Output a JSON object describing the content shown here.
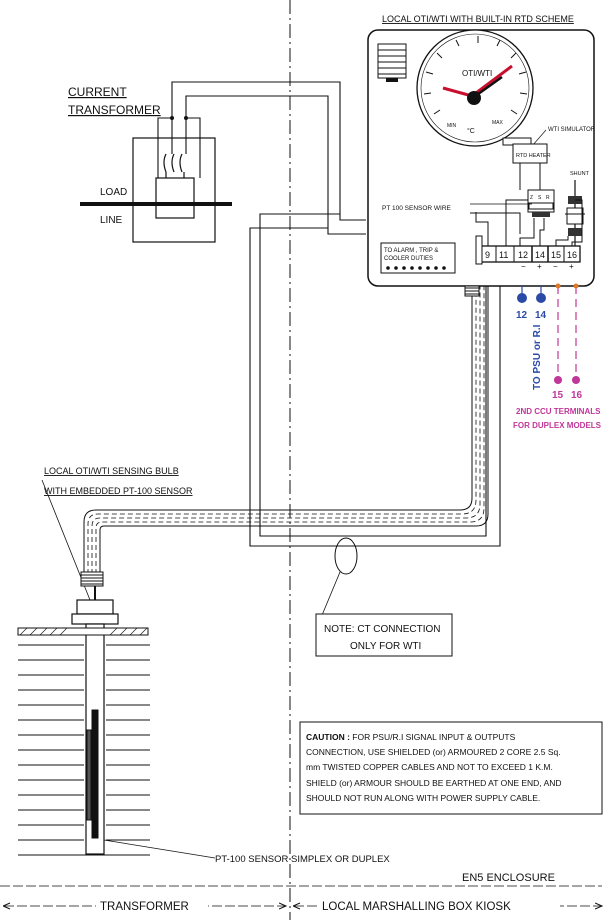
{
  "headings": {
    "scheme_title": "LOCAL OTI/WTI WITH BUILT-IN RTD SCHEME",
    "current_transformer_line1": "CURRENT",
    "current_transformer_line2": "TRANSFORMER",
    "load": "LOAD",
    "line": "LINE",
    "bulb_line1": "LOCAL OTI/WTI SENSING BULB",
    "bulb_line2": "WITH EMBEDDED PT-100 SENSOR",
    "sensor_label": "PT-100 SENSOR SIMPLEX OR DUPLEX"
  },
  "instrument": {
    "dial_title": "OTI/WTI",
    "min": "MIN",
    "max": "MAX",
    "unit": "°C",
    "wti_simulator": "WTI SIMULATOR",
    "rtd_heater": "RTD HEATER",
    "shunt": "SHUNT",
    "pt100_wire": "PT 100 SENSOR WIRE",
    "alarm_line1": "TO ALARM , TRIP &",
    "alarm_line2": "COOLER DUTIES",
    "pot_labels": [
      "Z",
      "S",
      "R"
    ],
    "terminals": [
      "9",
      "11",
      "12",
      "14",
      "15",
      "16"
    ],
    "terminal_signs": [
      "−",
      "+",
      "−",
      "+"
    ]
  },
  "outputs": {
    "blue_terminals": [
      "12",
      "14"
    ],
    "psu_label": "TO PSU or R.I",
    "pink_terminals": [
      "15",
      "16"
    ],
    "ccu_line1": "2ND CCU TERMINALS",
    "ccu_line2": "FOR DUPLEX MODELS",
    "blue_color": "#2b4aa8",
    "pink_color": "#c0379a",
    "orange_color": "#e07a2a"
  },
  "note": {
    "line1": "NOTE: CT CONNECTION",
    "line2": "ONLY FOR WTI"
  },
  "caution": {
    "label": "CAUTION :",
    "line1": "FOR PSU/R.I SIGNAL INPUT  & OUTPUTS",
    "line2": "CONNECTION, USE SHIELDED (or) ARMOURED 2 CORE 2.5 Sq.",
    "line3": "mm TWISTED COPPER CABLES AND  NOT TO EXCEED 1 K.M.",
    "line4": "SHIELD (or) ARMOUR SHOULD BE EARTHED AT ONE END, AND",
    "line5": "SHOULD NOT RUN ALONG WITH POWER SUPPLY CABLE."
  },
  "footer": {
    "enclosure": "EN5 ENCLOSURE",
    "transformer": "TRANSFORMER",
    "kiosk": "LOCAL MARSHALLING BOX KIOSK"
  }
}
